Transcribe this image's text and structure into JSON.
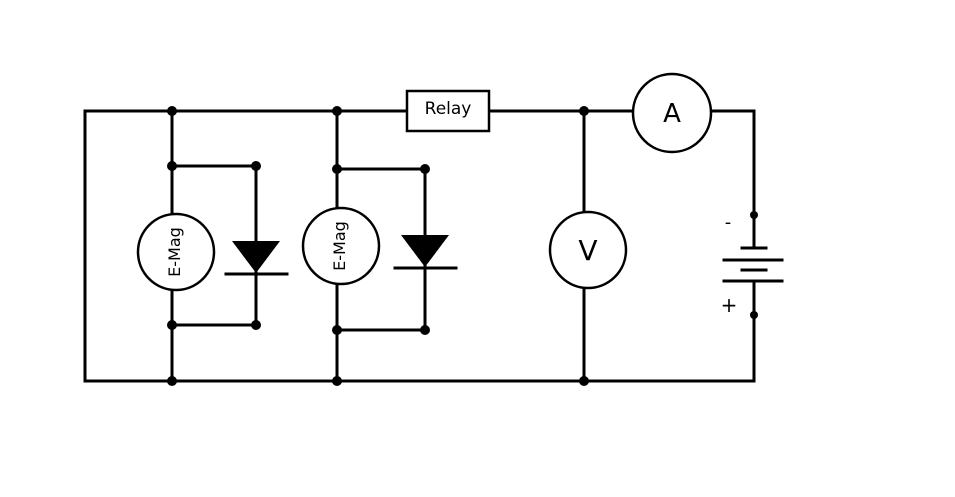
{
  "components": {
    "relay": {
      "label": "Relay"
    },
    "ammeter": {
      "label": "A"
    },
    "voltmeter": {
      "label": "V"
    },
    "electromagnet_1": {
      "label": "E-Mag"
    },
    "electromagnet_2": {
      "label": "E-Mag"
    },
    "battery": {
      "negative_label": "-",
      "positive_label": "+"
    }
  },
  "colors": {
    "stroke": "#000000",
    "background": "#ffffff"
  }
}
